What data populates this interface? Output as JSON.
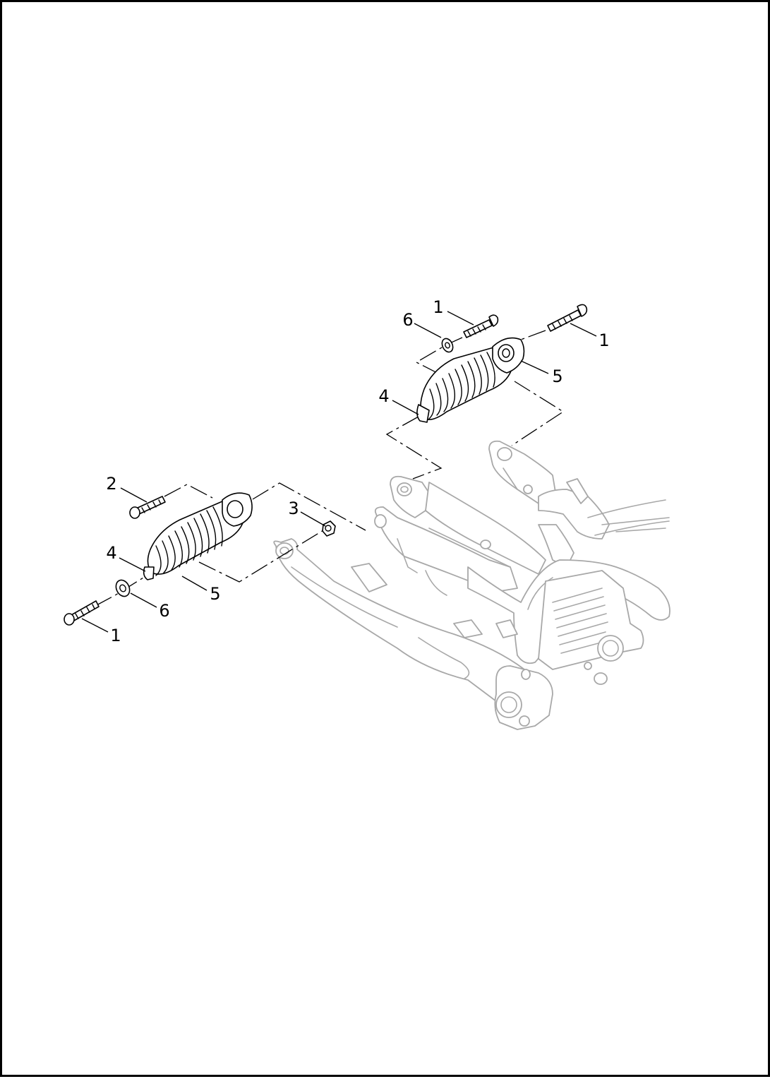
{
  "diagram": {
    "callouts": {
      "top_bolt_left": "1",
      "top_bolt_right": "1",
      "top_washer": "6",
      "top_shock": "5",
      "top_bushing": "4",
      "left_bolt_upper": "2",
      "left_nut": "3",
      "left_bushing": "4",
      "left_shock": "5",
      "left_washer": "6",
      "left_bolt_lower": "1"
    }
  }
}
